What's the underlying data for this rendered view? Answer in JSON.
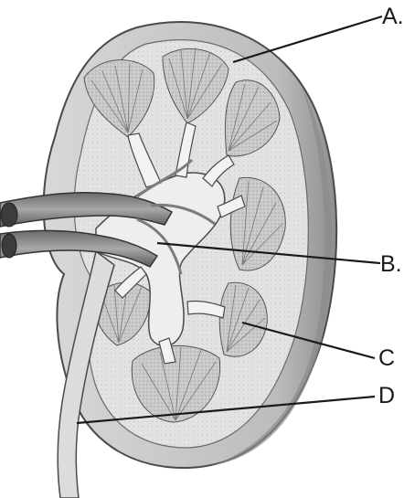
{
  "diagram": {
    "subject": "kidney-cross-section",
    "labels": {
      "a": "A.",
      "b": "B.",
      "c": "C",
      "d": "D"
    }
  }
}
